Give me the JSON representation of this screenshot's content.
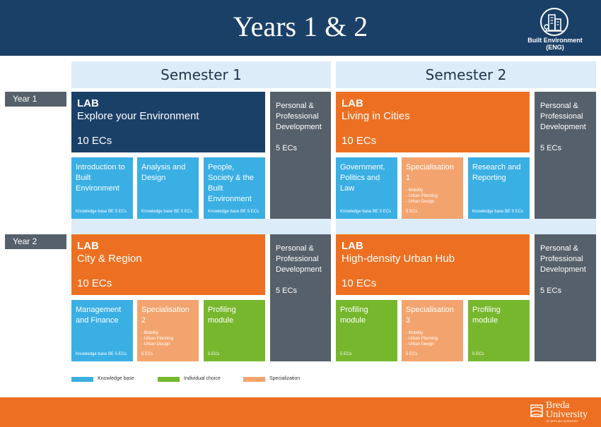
{
  "header": {
    "title": "Years 1 & 2",
    "logo_label_line1": "Built Environment",
    "logo_label_line2": "(ENG)",
    "logo_icon": "buildings-icon"
  },
  "semesters": [
    {
      "label": "Semester 1"
    },
    {
      "label": "Semester 2"
    }
  ],
  "years": [
    {
      "label": "Year 1",
      "semesters": [
        {
          "lab": {
            "keyword": "LAB",
            "name": "Explore your Environment",
            "ec": "10 ECs",
            "color": "#1b4068"
          },
          "pd": {
            "title": "Personal & Professional Development",
            "ec": "5 ECs"
          },
          "modules": [
            {
              "title": "Introduction to Built Environment",
              "subs": [],
              "foot": "Knowledge base BE 5 ECs",
              "type": "knowledge"
            },
            {
              "title": "Analysis and Design",
              "subs": [],
              "foot": "Knowledge base BE 5 ECs",
              "type": "knowledge"
            },
            {
              "title": "People, Society & the Built Environment",
              "subs": [],
              "foot": "Knowledge base BE 5 ECs",
              "type": "knowledge"
            }
          ]
        },
        {
          "lab": {
            "keyword": "LAB",
            "name": "Living in Cities",
            "ec": "10 ECs",
            "color": "#ed7022"
          },
          "pd": {
            "title": "Personal & Professional Development",
            "ec": "5 ECs"
          },
          "modules": [
            {
              "title": "Government, Politics and Law",
              "subs": [],
              "foot": "Knowledge base BE 5 ECs",
              "type": "knowledge"
            },
            {
              "title": "Specialisation 1",
              "subs": [
                "- Mobility",
                "- Urban Planning",
                "- Urban Design"
              ],
              "foot": "5 ECs",
              "type": "specialization"
            },
            {
              "title": "Research and Reporting",
              "subs": [],
              "foot": "Knowledge base BE 5 ECs",
              "type": "knowledge"
            }
          ]
        }
      ]
    },
    {
      "label": "Year 2",
      "semesters": [
        {
          "lab": {
            "keyword": "LAB",
            "name": "City & Region",
            "ec": "10 ECs",
            "color": "#ed7022"
          },
          "pd": {
            "title": "Personal & Professional Development",
            "ec": "5 ECs"
          },
          "modules": [
            {
              "title": "Management and Finance",
              "subs": [],
              "foot": "Knowledge base BE 5 ECs",
              "type": "knowledge"
            },
            {
              "title": "Specialisation 2",
              "subs": [
                "- Mobility",
                "- Urban Planning",
                "- Urban Design"
              ],
              "foot": "5 ECs",
              "type": "specialization"
            },
            {
              "title": "Profiling module",
              "subs": [],
              "foot": "5 ECs",
              "type": "choice"
            }
          ]
        },
        {
          "lab": {
            "keyword": "LAB",
            "name": "High-density Urban Hub",
            "ec": "10 ECs",
            "color": "#ed7022"
          },
          "pd": {
            "title": "Personal & Professional Development",
            "ec": "5 ECs"
          },
          "modules": [
            {
              "title": "Profiling module",
              "subs": [],
              "foot": "5 ECs",
              "type": "choice"
            },
            {
              "title": "Specialisation 3",
              "subs": [
                "- Mobility",
                "- Urban Planning",
                "- Urban Design"
              ],
              "foot": "5 ECs",
              "type": "specialization"
            },
            {
              "title": "Profiling module",
              "subs": [],
              "foot": "5 ECs",
              "type": "choice"
            }
          ]
        }
      ]
    }
  ],
  "legend": [
    {
      "label": "Knowledge base",
      "color": "#3aafe4"
    },
    {
      "label": "Individual choice",
      "color": "#77b72d"
    },
    {
      "label": "Specialization",
      "color": "#f3a46e"
    }
  ],
  "footer": {
    "university_line1": "Breda",
    "university_line2": "University",
    "university_sub": "OF APPLIED SCIENCES",
    "logo_icon": "university-mark-icon"
  }
}
